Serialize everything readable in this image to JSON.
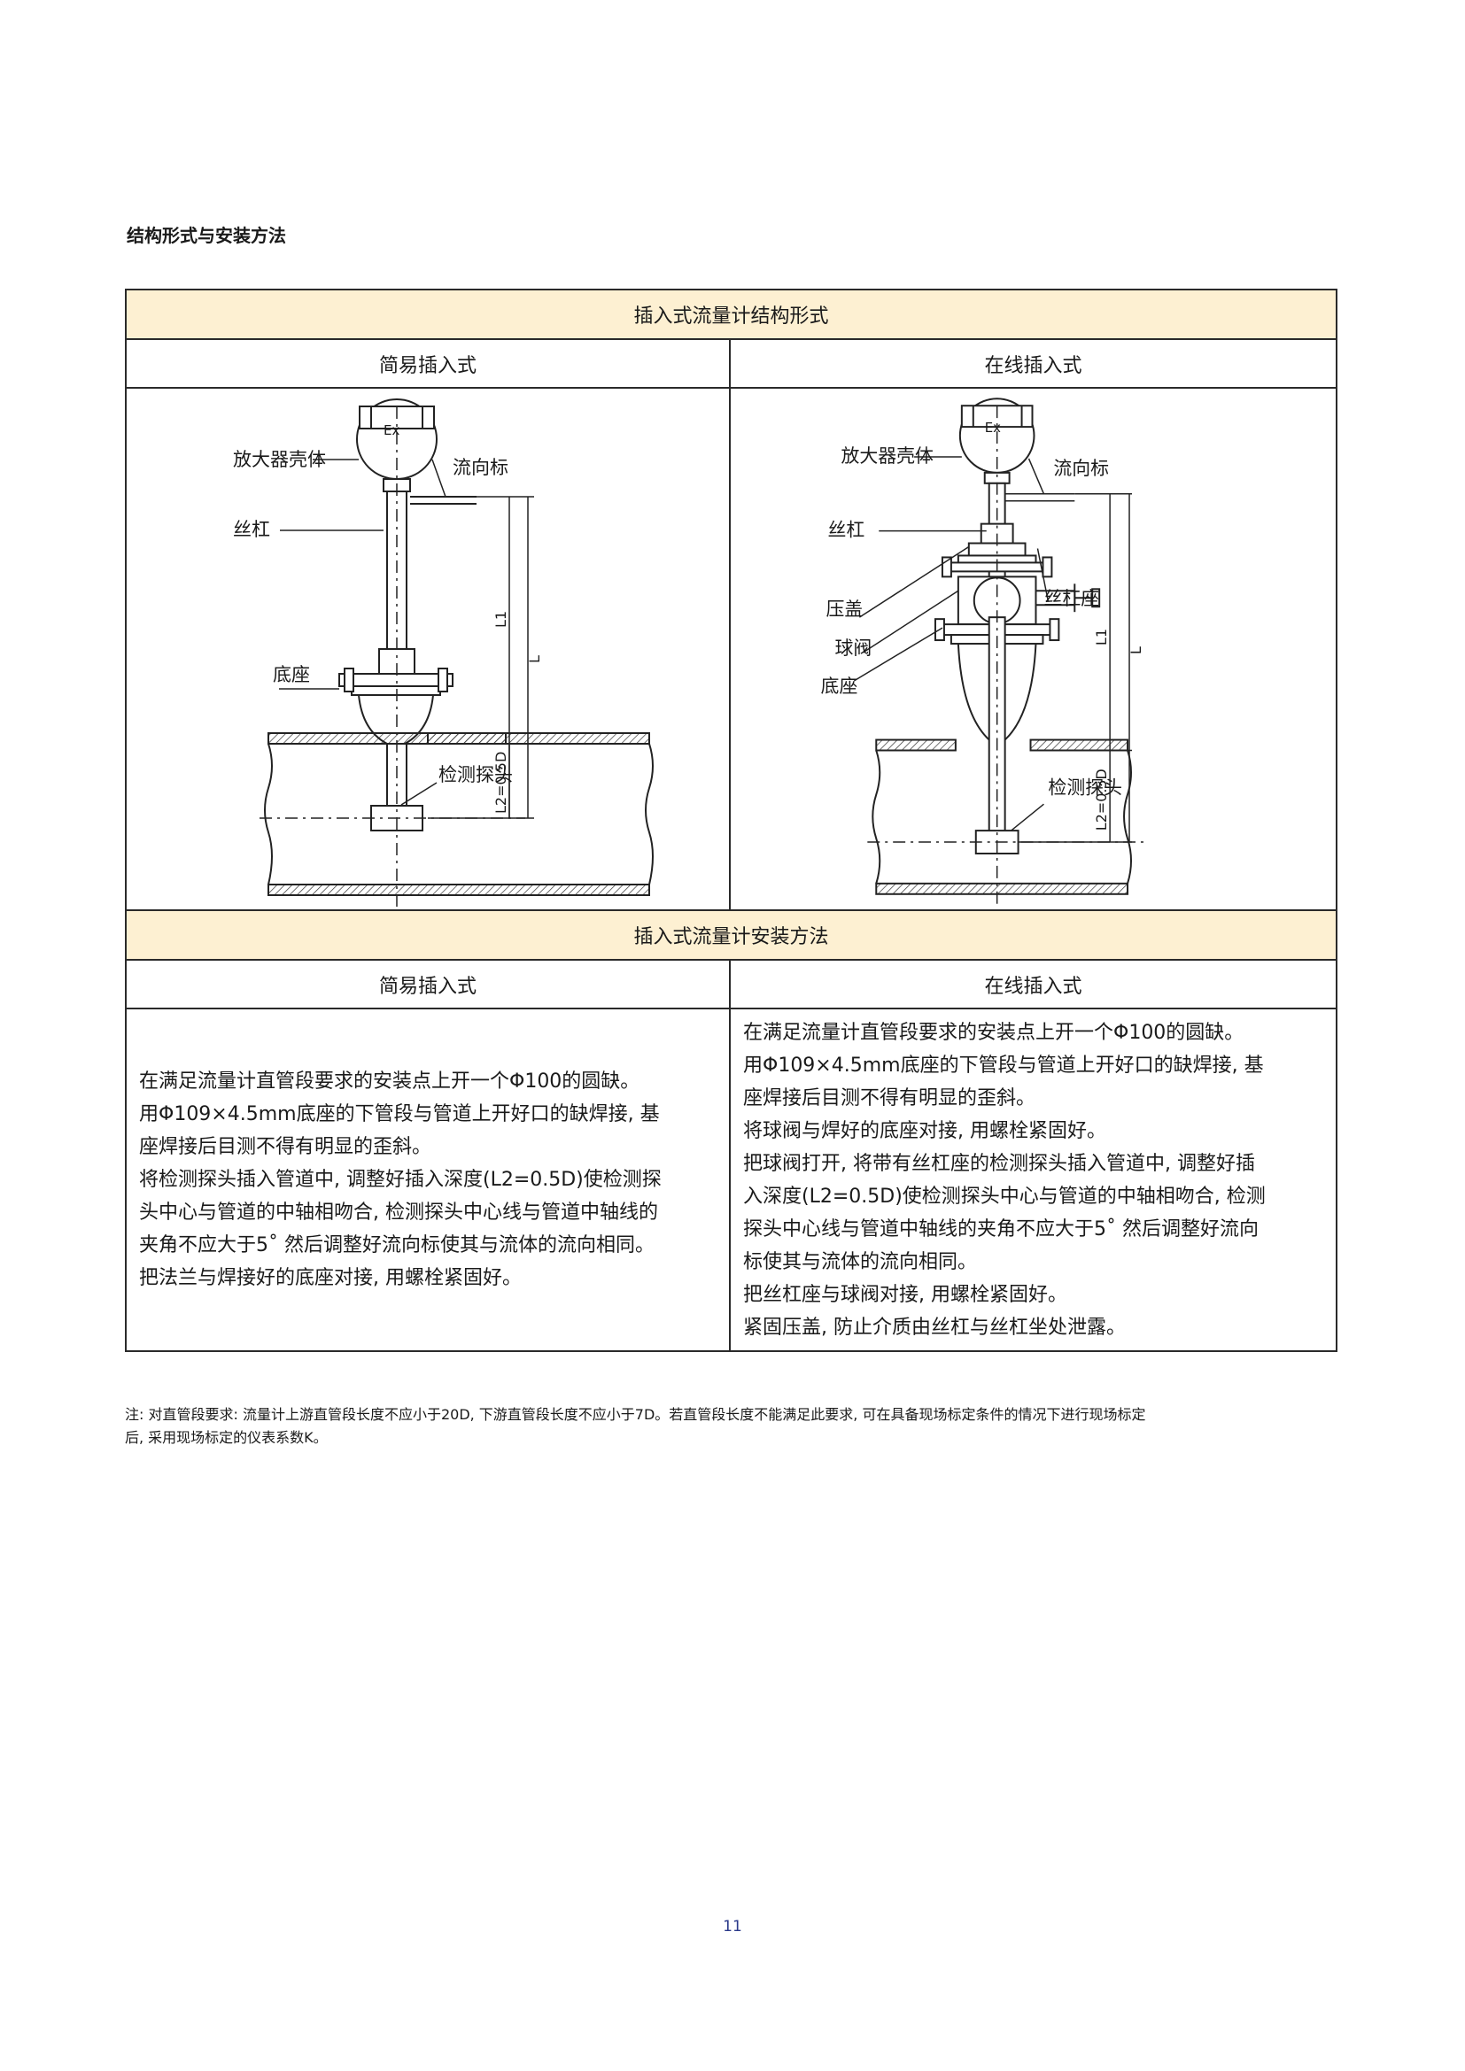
{
  "section_title": "结构形式与安装方法",
  "table": {
    "structure_header": "插入式流量计结构形式",
    "install_header": "插入式流量计安装方法",
    "col_simple": "简易插入式",
    "col_online": "在线插入式"
  },
  "diagram_simple": {
    "labels": {
      "amp_housing": "放大器壳体",
      "flow_mark": "流向标",
      "lead_screw": "丝杠",
      "base": "底座",
      "probe": "检测探头",
      "ex": "Ex",
      "dim_l1": "L1",
      "dim_l": "L",
      "dim_l2": "L2=0.5D"
    }
  },
  "diagram_online": {
    "labels": {
      "amp_housing": "放大器壳体",
      "flow_mark": "流向标",
      "lead_screw": "丝杠",
      "gland": "压盖",
      "screw_seat": "丝杠座",
      "ball_valve": "球阀",
      "base": "底座",
      "probe": "检测探头",
      "ex": "Ex",
      "dim_l1": "L1",
      "dim_l": "L",
      "dim_l2": "L2=0.5D"
    }
  },
  "install_simple": [
    "在满足流量计直管段要求的安装点上开一个Φ100的圆缺。",
    "用Φ109×4.5mm底座的下管段与管道上开好口的缺焊接, 基",
    "座焊接后目测不得有明显的歪斜。",
    "将检测探头插入管道中, 调整好插入深度(L2=0.5D)使检测探",
    "头中心与管道的中轴相吻合, 检测探头中心线与管道中轴线的",
    "夹角不应大于5˚ 然后调整好流向标使其与流体的流向相同。",
    "把法兰与焊接好的底座对接, 用螺栓紧固好。"
  ],
  "install_online": [
    "在满足流量计直管段要求的安装点上开一个Φ100的圆缺。",
    "用Φ109×4.5mm底座的下管段与管道上开好口的缺焊接, 基",
    "座焊接后目测不得有明显的歪斜。",
    "将球阀与焊好的底座对接, 用螺栓紧固好。",
    "把球阀打开, 将带有丝杠座的检测探头插入管道中, 调整好插",
    "入深度(L2=0.5D)使检测探头中心与管道的中轴相吻合, 检测",
    "探头中心线与管道中轴线的夹角不应大于5˚ 然后调整好流向",
    "标使其与流体的流向相同。",
    "把丝杠座与球阀对接, 用螺栓紧固好。",
    "紧固压盖, 防止介质由丝杠与丝杠坐处泄露。"
  ],
  "note_lines": [
    "注: 对直管段要求: 流量计上游直管段长度不应小于20D, 下游直管段长度不应小于7D。若直管段长度不能满足此要求, 可在具备现场标定条件的情况下进行现场标定",
    "后, 采用现场标定的仪表系数K。"
  ],
  "page_number": "11"
}
